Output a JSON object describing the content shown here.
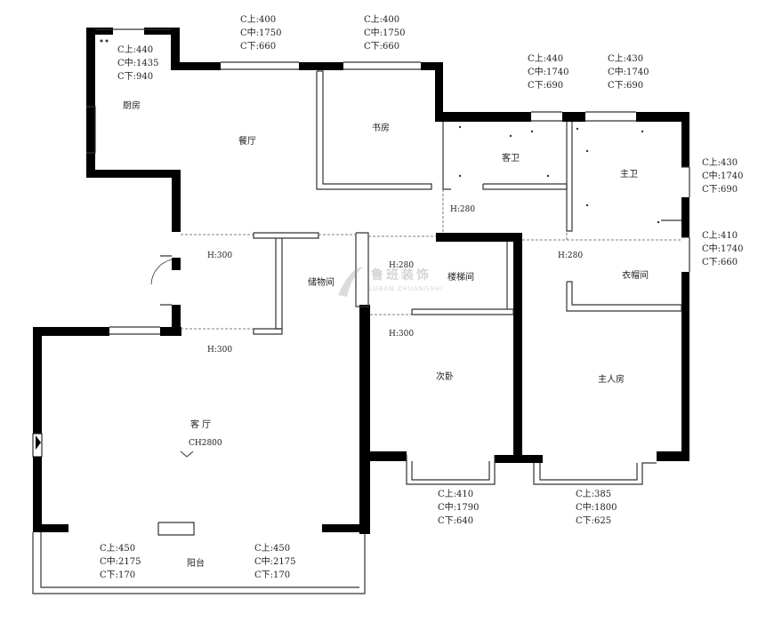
{
  "rooms": {
    "kitchen": "厨房",
    "dining": "餐厅",
    "study": "书房",
    "guest_bath": "客卫",
    "master_bath": "主卫",
    "storage": "储物间",
    "stair": "楼梯间",
    "closet": "衣帽间",
    "second_bedroom": "次卧",
    "master_bedroom": "主人房",
    "living": "客 厅",
    "balcony": "阳台"
  },
  "ceiling": {
    "living_height": "CH2800",
    "h300_a": "H:300",
    "h300_b": "H:300",
    "h300_c": "H:300",
    "h280_a": "H:280",
    "h280_b": "H:280",
    "h280_c": "H:280"
  },
  "window_specs": {
    "kitchen": [
      "C上:440",
      "C中:1435",
      "C下:940"
    ],
    "dining": [
      "C上:400",
      "C中:1750",
      "C下:660"
    ],
    "study": [
      "C上:400",
      "C中:1750",
      "C下:660"
    ],
    "guest_bath": [
      "C上:440",
      "C中:1740",
      "C下:690"
    ],
    "master_bath_top": [
      "C上:430",
      "C中:1740",
      "C下:690"
    ],
    "master_bath_right": [
      "C上:430",
      "C中:1740",
      "C下:690"
    ],
    "closet_right": [
      "C上:410",
      "C中:1740",
      "C下:660"
    ],
    "second_bedroom": [
      "C上:410",
      "C中:1790",
      "C下:640"
    ],
    "master_bedroom": [
      "C上:385",
      "C中:1800",
      "C下:625"
    ],
    "balcony_left": [
      "C上:450",
      "C中:2175",
      "C下:170"
    ],
    "balcony_right": [
      "C上:450",
      "C中:2175",
      "C下:170"
    ]
  },
  "watermark": {
    "name": "鲁班装饰",
    "sub": "LUBAN ZHUANGSHI"
  },
  "colors": {
    "wall": "#000000",
    "line": "#333333",
    "dash": "#555555"
  }
}
